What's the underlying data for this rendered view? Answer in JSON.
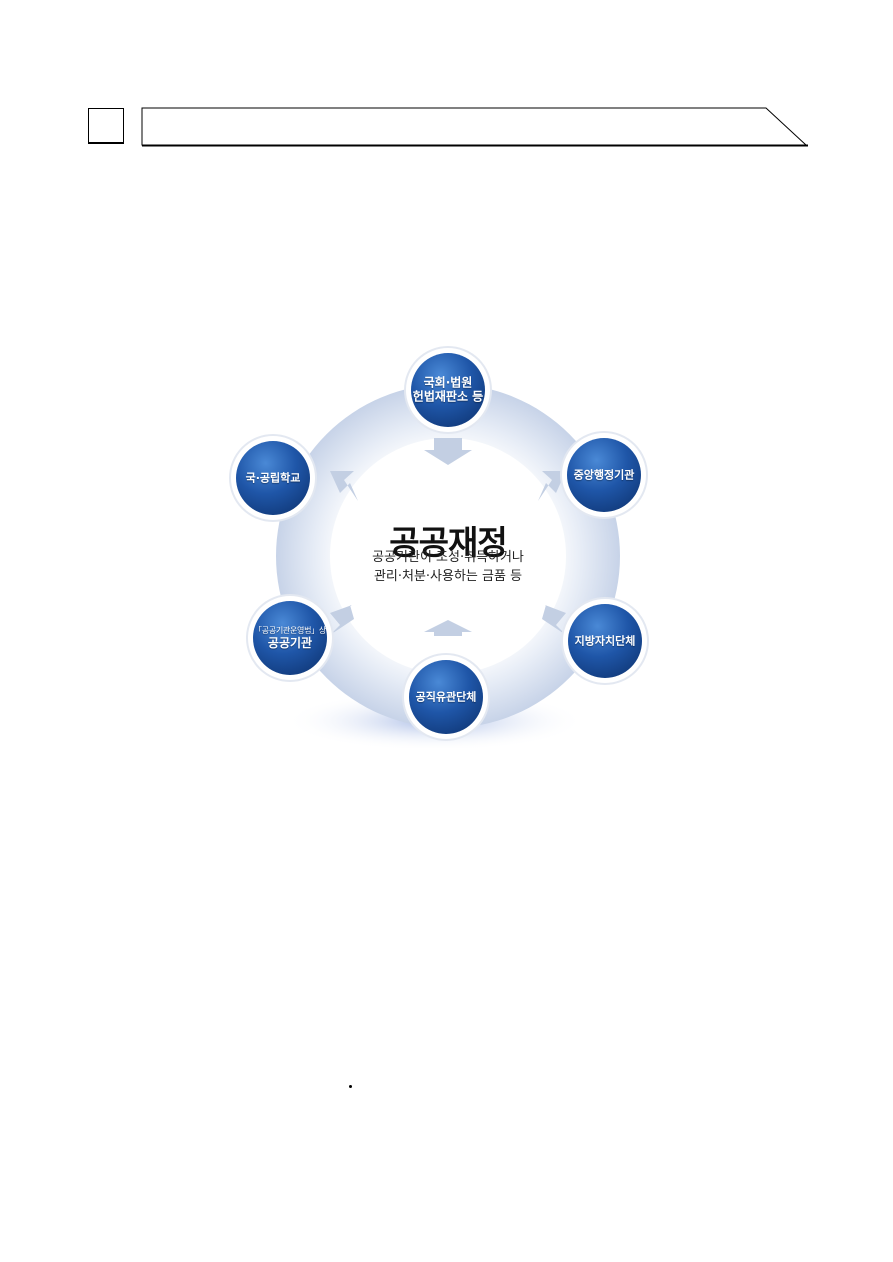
{
  "diagram": {
    "center": {
      "title": "공공재정",
      "desc_line1": "공공기관이 조성·취득하거나",
      "desc_line2": "관리·처분·사용하는 금품 등"
    },
    "nodes": [
      {
        "id": "top",
        "line1": "국회·법원",
        "line2": "헌법재판소 등"
      },
      {
        "id": "right-top",
        "line1": "중앙행정기관"
      },
      {
        "id": "right-bottom",
        "line1": "지방자치단체"
      },
      {
        "id": "bottom",
        "line1": "공직유관단체"
      },
      {
        "id": "left-bottom",
        "note": "「공공기관운영법」상",
        "line1": "공공기관"
      },
      {
        "id": "left-top",
        "line1": "국·공립학교"
      }
    ]
  },
  "colors": {
    "node_fill": "#1f56a8",
    "node_fill_light": "#3f7fd0",
    "ring_fill": "#d9e2f0",
    "arrow_fill": "#c3cfe3"
  }
}
